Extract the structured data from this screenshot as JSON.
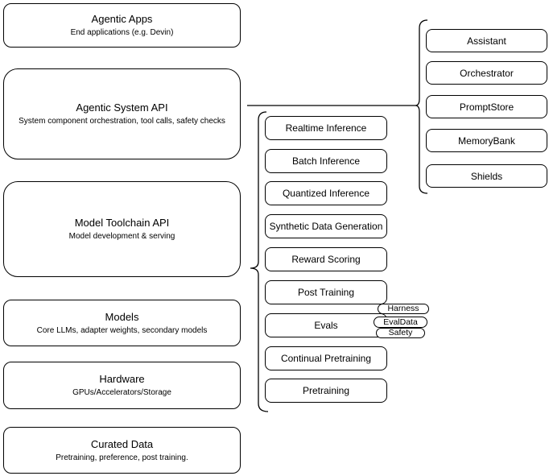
{
  "colors": {
    "stroke": "#000000",
    "background": "#ffffff",
    "text": "#000000"
  },
  "left_stack": [
    {
      "title": "Agentic Apps",
      "subtitle": "End applications (e.g. Devin)"
    },
    {
      "title": "Agentic System API",
      "subtitle": "System component orchestration, tool calls, safety checks"
    },
    {
      "title": "Model Toolchain API",
      "subtitle": "Model development & serving"
    },
    {
      "title": "Models",
      "subtitle": "Core LLMs, adapter weights, secondary models"
    },
    {
      "title": "Hardware",
      "subtitle": "GPUs/Accelerators/Storage"
    },
    {
      "title": "Curated Data",
      "subtitle": "Pretraining, preference, post training."
    }
  ],
  "toolchain": {
    "items": [
      "Realtime Inference",
      "Batch Inference",
      "Quantized Inference",
      "Synthetic Data Generation",
      "Reward Scoring",
      "Post Training",
      "Evals",
      "Continual Pretraining",
      "Pretraining"
    ]
  },
  "evals_tags": [
    "Harness",
    "EvalData",
    "Safety"
  ],
  "system_components": [
    "Assistant",
    "Orchestrator",
    "PromptStore",
    "MemoryBank",
    "Shields"
  ]
}
